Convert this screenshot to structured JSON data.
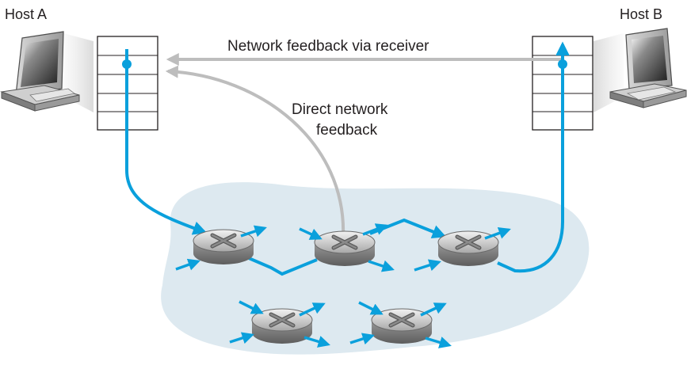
{
  "labels": {
    "host_a": "Host A",
    "host_b": "Host B",
    "receiver_feedback": "Network feedback via receiver",
    "direct_feedback_line1": "Direct network",
    "direct_feedback_line2": "feedback"
  },
  "colors": {
    "packet_flow": "#0aa0dc",
    "feedback": "#bdbdbd",
    "network_cloud": "#dde9f0",
    "queue_border": "#231f20"
  },
  "icons": {
    "host_a": "desktop-computer-icon",
    "host_b": "desktop-computer-icon",
    "router": "router-icon"
  },
  "queues": {
    "host_a_slots": 5,
    "host_b_slots": 5
  },
  "routers": {
    "count": 5
  }
}
